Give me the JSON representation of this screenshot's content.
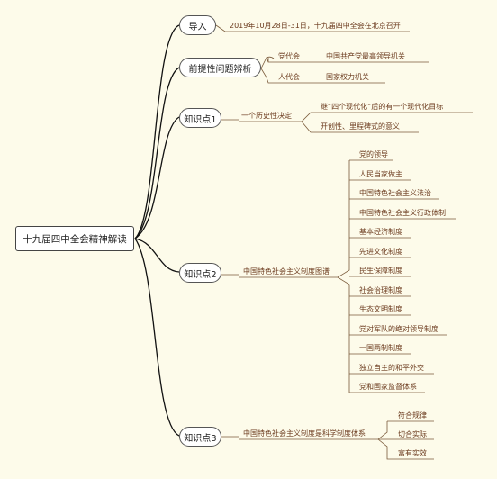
{
  "root": "十九届四中全会精神解读",
  "branches": {
    "intro": {
      "label": "导入",
      "detail": "2019年10月28日-31日，十九届四中全会在北京召开"
    },
    "premise": {
      "label": "前提性问题辨析",
      "items": [
        {
          "key": "党代会",
          "value": "中国共产党最高领导机关"
        },
        {
          "key": "人代会",
          "value": "国家权力机关"
        }
      ]
    },
    "k1": {
      "label": "知识点1",
      "topic": "一个历史性决定",
      "items": [
        "继“四个现代化”后的有一个现代化目标",
        "开创性、里程碑式的意义"
      ]
    },
    "k2": {
      "label": "知识点2",
      "topic": "中国特色社会主义制度图谱",
      "items": [
        "党的领导",
        "人民当家做主",
        "中国特色社会主义法治",
        "中国特色社会主义行政体制",
        "基本经济制度",
        "先进文化制度",
        "民生保障制度",
        "社会治理制度",
        "生态文明制度",
        "党对军队的绝对领导制度",
        "一国两制制度",
        "独立自主的和平外交",
        "党和国家监督体系"
      ]
    },
    "k3": {
      "label": "知识点3",
      "topic": "中国特色社会主义制度是科学制度体系",
      "items": [
        "符合规律",
        "切合实际",
        "富有实效"
      ]
    }
  }
}
